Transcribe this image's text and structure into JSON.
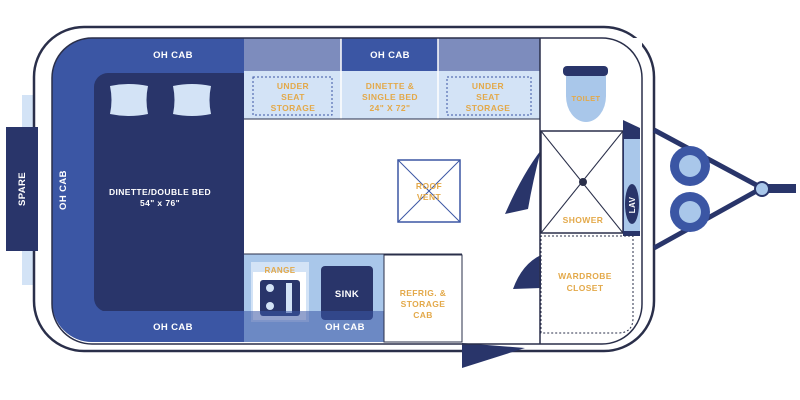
{
  "labels": {
    "spare": "SPARE",
    "oh_cab_left": "OH CAB",
    "oh_cab_top_left": "OH CAB",
    "oh_cab_top_mid": "OH CAB",
    "oh_cab_bottom_left": "OH CAB",
    "oh_cab_bottom_mid": "OH CAB",
    "dinette_bed": "DINETTE/DOUBLE BED",
    "dinette_bed_dims": "54\" x 76\"",
    "under_seat_storage_1": [
      "UNDER",
      "SEAT",
      "STORAGE"
    ],
    "dinette_single_bed": [
      "DINETTE &",
      "SINGLE BED"
    ],
    "dinette_single_bed_dims": "24\" X 72\"",
    "under_seat_storage_2": [
      "UNDER",
      "SEAT",
      "STORAGE"
    ],
    "toilet": "TOILET",
    "roof_vent": [
      "ROOF",
      "VENT"
    ],
    "shower": "SHOWER",
    "lav": "LAV",
    "range": "RANGE",
    "sink": "SINK",
    "refrig_storage": [
      "REFRIG. &",
      "STORAGE",
      "CAB"
    ],
    "wardrobe_closet": [
      "WARDROBE",
      "CLOSET"
    ]
  },
  "colors": {
    "navy": "#29356a",
    "blue_medium": "#3b56a4",
    "blue_slate": "#7d8cbd",
    "blue_light": "#a9c7ea",
    "blue_pale": "#d3e3f6",
    "outline": "#2a2f4a",
    "label_gold": "#e3a94a",
    "label_white": "#ffffff"
  }
}
